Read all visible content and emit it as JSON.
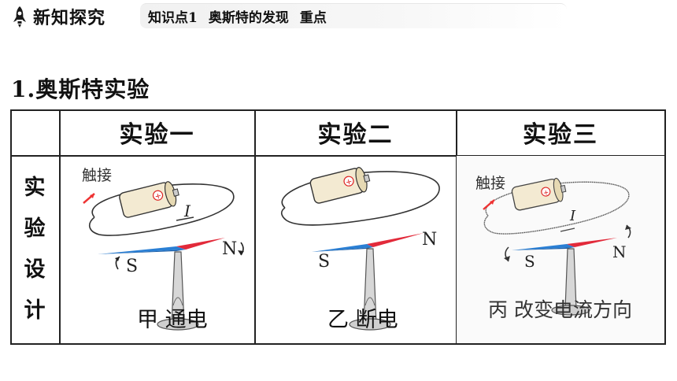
{
  "header": {
    "section_title": "新知探究",
    "kp_label": "知识点1",
    "kp_topic": "奥斯特的发现",
    "kp_tag": "重点"
  },
  "heading": "1.奥斯特实验",
  "table": {
    "columns": [
      "实验一",
      "实验二",
      "实验三"
    ],
    "row_label_chars": [
      "实",
      "验",
      "设",
      "计"
    ],
    "experiments": [
      {
        "touch_label": "触接",
        "current_label": "I",
        "south": "S",
        "north": "N",
        "caption": "甲 通电"
      },
      {
        "south": "S",
        "north": "N",
        "caption": "乙 断电"
      },
      {
        "touch_label": "触接",
        "current_label": "I",
        "south": "S",
        "north": "N",
        "caption": "丙 改变电流方向"
      }
    ]
  }
}
